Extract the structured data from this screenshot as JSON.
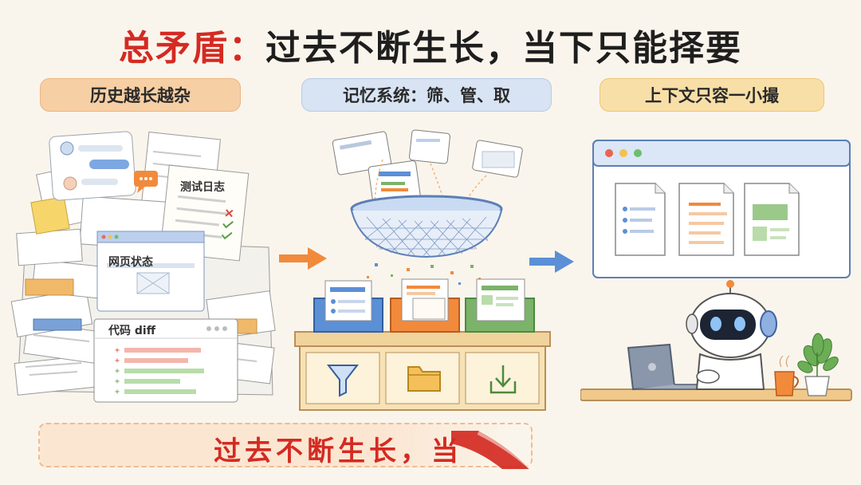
{
  "title": {
    "highlight": "总矛盾：",
    "main": "过去不断生长，当下只能择要"
  },
  "sections": [
    {
      "label": "历史越长越杂"
    },
    {
      "label": "记忆系统：筛、管、取"
    },
    {
      "label": "上下文只容一小撮"
    }
  ],
  "left_docs": {
    "test_log": "测试日志",
    "web_state": "网页状态",
    "code_diff": "代码 diff"
  },
  "bottom_caption": "过去不断生长，当",
  "icons": {
    "bins": [
      "funnel-icon",
      "folder-icon",
      "download-icon"
    ],
    "robot": "robot-icon"
  },
  "colors": {
    "accent_red": "#d42a22",
    "orange": "#f28a3c",
    "blue": "#5b8fd6",
    "green": "#7bb36a"
  }
}
